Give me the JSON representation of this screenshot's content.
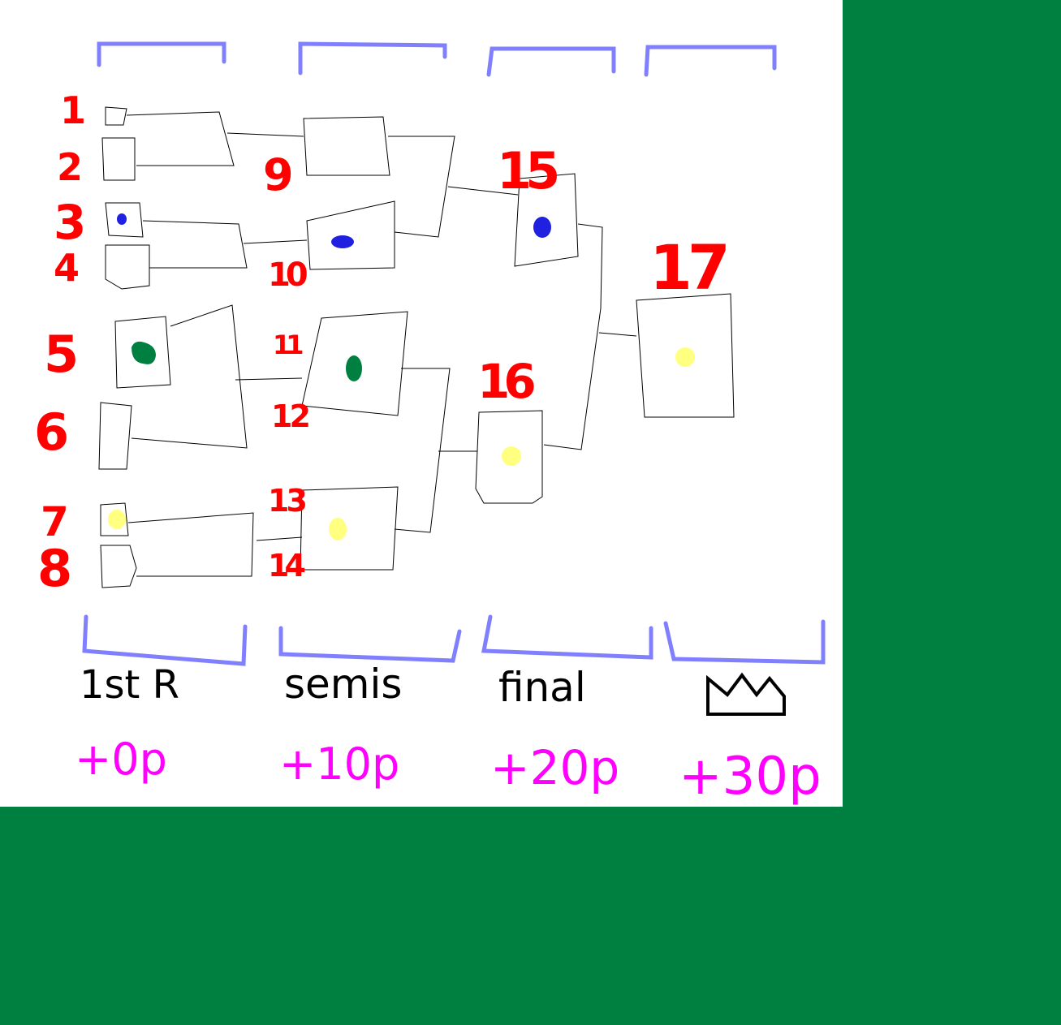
{
  "colors": {
    "background": "#008040",
    "canvas": "#ffffff",
    "seed_number": "#ff0000",
    "bracket_mark": "#8080ff",
    "round_label": "#000000",
    "points_label": "#ff00ff",
    "connector": "#000000"
  },
  "seeds": {
    "s1": "1",
    "s2": "2",
    "s3": "3",
    "s4": "4",
    "s5": "5",
    "s6": "6",
    "s7": "7",
    "s8": "8",
    "s9": "9",
    "s10": "10",
    "s11": "11",
    "s12": "12",
    "s13": "13",
    "s14": "14",
    "s15": "15",
    "s16": "16",
    "s17": "17"
  },
  "rounds": {
    "r1": {
      "label": "1st R",
      "points": "+0p"
    },
    "r2": {
      "label": "semis",
      "points": "+10p"
    },
    "r3": {
      "label": "final",
      "points": "+20p"
    },
    "r4": {
      "label": "",
      "icon": "crown-icon",
      "points": "+30p"
    }
  },
  "slots": {
    "slot3": {
      "dot": "#2020e0"
    },
    "slot5": {
      "dot": "#008040"
    },
    "slot7": {
      "dot": "#ffff80"
    },
    "slot10": {
      "dot": "#2020e0"
    },
    "slot11": {
      "dot": "#008040"
    },
    "slot13": {
      "dot": "#ffff80"
    },
    "slot15": {
      "dot": "#2020e0"
    },
    "slot16": {
      "dot": "#ffff80"
    },
    "slot17": {
      "dot": "#ffff80"
    }
  }
}
